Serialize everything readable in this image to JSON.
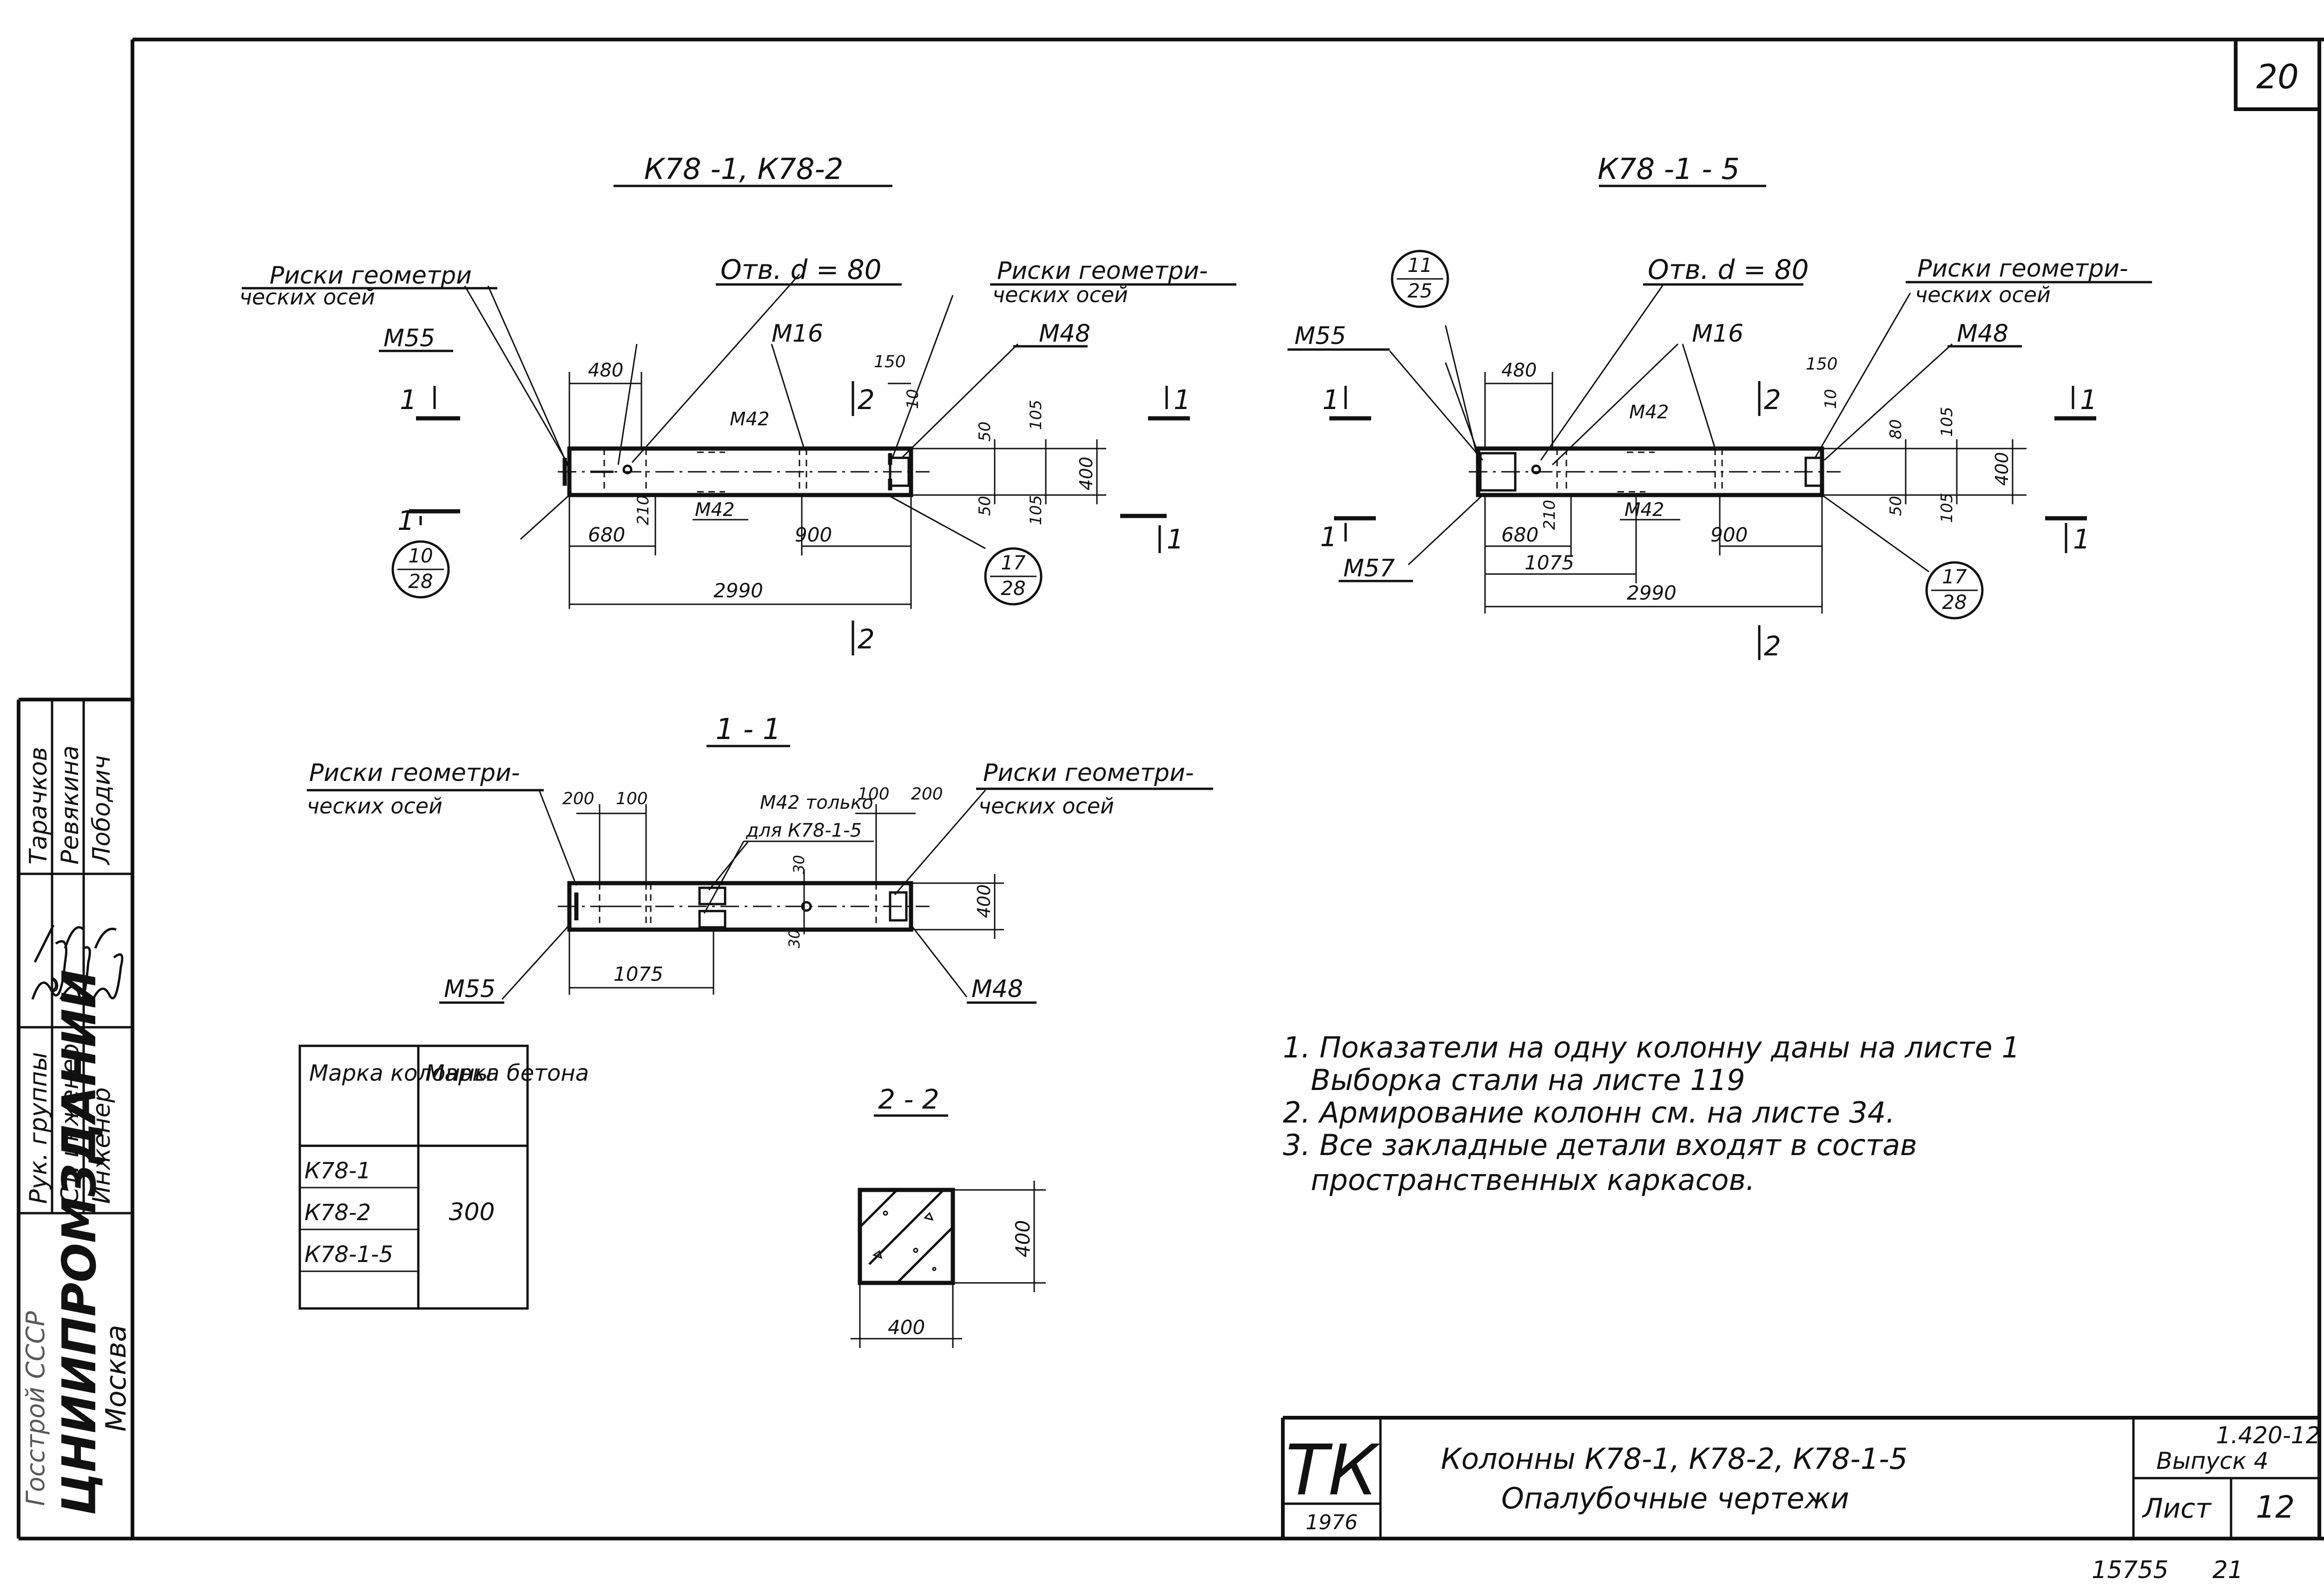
{
  "sheet_number": "20",
  "stamp": {
    "roles": [
      "Рук. группы",
      "Ст. инженер",
      "Инженер"
    ],
    "names": [
      "Тарачков",
      "Ревякина",
      "Лободич"
    ],
    "org_top": "ЦНИИПРОМЗДАНИЙ",
    "org_city": "Москва",
    "org_partial": "Госстрой СССР"
  },
  "views": {
    "k78_1_2": {
      "title": "К78 -1, К78-2",
      "labels": {
        "axes_left_1": "Риски геометри",
        "axes_left_2": "ческих осей",
        "hole": "Отв. d = 80",
        "axes_right_1": "Риски геометри-",
        "axes_right_2": "ческих осей",
        "m55": "М55",
        "m16": "М16",
        "m48": "М48",
        "m42_top": "М42",
        "m42_bot": "М42",
        "sec1_top": "1",
        "sec1_bot": "1",
        "sec1r_top": "1",
        "sec1r_bot": "1",
        "sec2_top": "2",
        "sec2_bot": "2",
        "d480": "480",
        "d150": "150",
        "d10": "10",
        "d50a": "50",
        "d105a": "105",
        "d400": "400",
        "d50b": "50",
        "d105b": "105",
        "d210": "210",
        "d680": "680",
        "d900": "900",
        "d2990": "2990",
        "ref_a_num": "10",
        "ref_a_den": "28",
        "ref_b_num": "17",
        "ref_b_den": "28"
      }
    },
    "k78_1_5": {
      "title": "К78 -1 - 5",
      "labels": {
        "hole": "Отв. d = 80",
        "axes_right_1": "Риски геометри-",
        "axes_right_2": "ческих осей",
        "m55": "М55",
        "m16": "М16",
        "m48": "М48",
        "m42_top": "М42",
        "m42_bot": "М42",
        "m57": "М57",
        "sec1_top": "1",
        "sec1_bot": "1",
        "sec1r_top": "1",
        "sec1r_bot": "1",
        "sec2_top": "2",
        "sec2_bot": "2",
        "d480": "480",
        "d150": "150",
        "d10": "10",
        "d80": "80",
        "d105a": "105",
        "d400": "400",
        "d50": "50",
        "d105b": "105",
        "d210": "210",
        "d680": "680",
        "d1075": "1075",
        "d900": "900",
        "d2990": "2990",
        "ref_a_num": "11",
        "ref_a_den": "25",
        "ref_b_num": "17",
        "ref_b_den": "28"
      }
    },
    "section_1_1": {
      "title": "1 - 1",
      "labels": {
        "axes_left_1": "Риски геометри-",
        "axes_left_2": "ческих осей",
        "axes_right_1": "Риски геометри-",
        "axes_right_2": "ческих осей",
        "d200a": "200",
        "d100a": "100",
        "m42_note_1": "М42 только",
        "m42_note_2": "для К78-1-5",
        "d100b": "100",
        "d200b": "200",
        "d30a": "30",
        "d30b": "30",
        "d400": "400",
        "d1075": "1075",
        "m55": "М55",
        "m48": "М48"
      }
    },
    "section_2_2": {
      "title": "2 - 2",
      "d400_h": "400",
      "d400_v": "400"
    }
  },
  "mark_table": {
    "headers": [
      "Марка колонны",
      "Марка бетона"
    ],
    "rows": [
      "К78-1",
      "К78-2",
      "К78-1-5"
    ],
    "concrete": "300"
  },
  "notes": [
    "1. Показатели на одну колонну даны на листе 1",
    "Выборка стали на листе 119",
    "2. Армирование колонн см. на листе 34.",
    "3. Все закладные детали входят в состав",
    "пространственных каркасов."
  ],
  "title_block": {
    "code": "ТК",
    "year": "1976",
    "title_line1": "Колонны К78-1, К78-2, К78-1-5",
    "title_line2": "Опалубочные чертежи",
    "series": "1.420-12",
    "issue": "Выпуск 4",
    "sheet_label": "Лист",
    "sheet_no": "12"
  },
  "footer": {
    "archive_no": "15755",
    "page_no": "21"
  }
}
